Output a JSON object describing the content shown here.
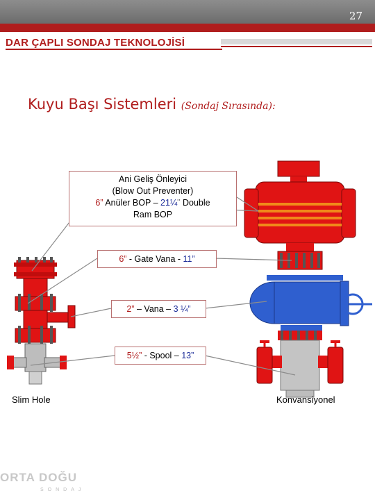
{
  "slide": {
    "page_number": "27",
    "header_title": "DAR ÇAPLI SONDAJ TEKNOLOJİSİ",
    "heading_main": "Kuyu Başı Sistemleri ",
    "heading_sub": "(Sondaj Sırasında):",
    "labels": {
      "bop_line1": "Ani Geliş Önleyici",
      "bop_line2": "(Blow Out Preventer)",
      "bop_line3_a": "6”",
      "bop_line3_b": " Anüler BOP – ",
      "bop_line3_c": "21¼",
      "bop_line3_d": "¨ Double",
      "bop_line4": "Ram BOP",
      "gate_a": "6”",
      "gate_b": " - Gate Vana - ",
      "gate_c": "11”",
      "vana_a": "2”",
      "vana_b": " – Vana – ",
      "vana_c": "3 ¼”",
      "spool_a": "5½”",
      "spool_b": " - Spool – ",
      "spool_c": "13”"
    },
    "captions": {
      "left": "Slim Hole",
      "right": "Konvansiyonel"
    },
    "logo": {
      "name": "ORTA DOĞU",
      "sub": "SONDAJ"
    },
    "colors": {
      "accent_red": "#b01d1d",
      "equipment_red": "#e01414",
      "equipment_blue": "#2f5fcf",
      "value_blue": "#1f2f9a"
    }
  }
}
